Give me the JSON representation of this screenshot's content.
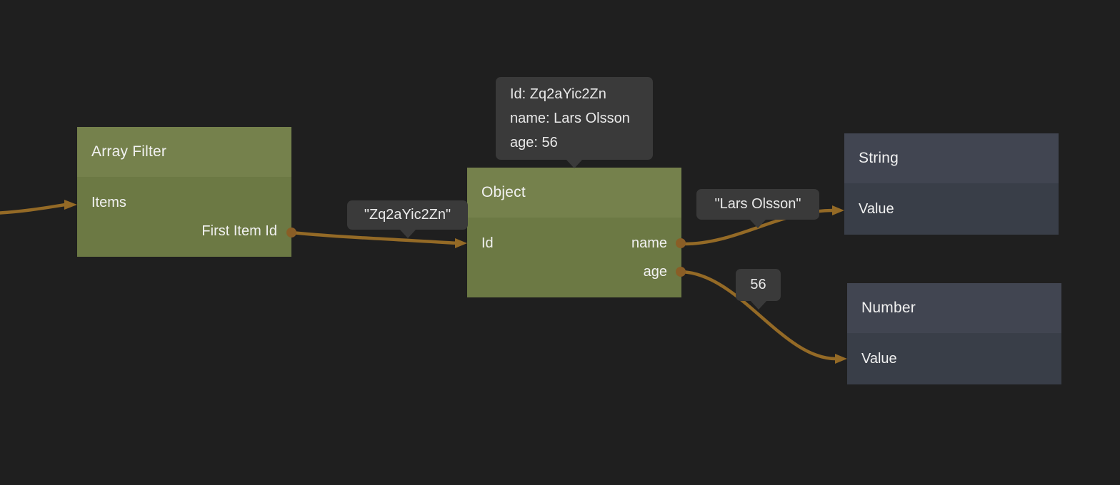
{
  "editor": {
    "background": "#1f1f1f"
  },
  "nodes": {
    "array_filter": {
      "title": "Array Filter",
      "inputs": [
        {
          "label": "Items"
        }
      ],
      "outputs": [
        {
          "label": "First Item Id"
        }
      ]
    },
    "object": {
      "title": "Object",
      "inputs": [
        {
          "label": "Id"
        }
      ],
      "outputs": [
        {
          "label": "name"
        },
        {
          "label": "age"
        }
      ],
      "tooltip": {
        "line1": "Id: Zq2aYic2Zn",
        "line2": "name: Lars Olsson",
        "line3": "age: 56"
      }
    },
    "string": {
      "title": "String",
      "inputs": [
        {
          "label": "Value"
        }
      ]
    },
    "number": {
      "title": "Number",
      "inputs": [
        {
          "label": "Value"
        }
      ]
    }
  },
  "wire_values": {
    "id": "\"Zq2aYic2Zn\"",
    "name": "\"Lars Olsson\"",
    "age": "56"
  },
  "colors": {
    "node_green_header": "#75814c",
    "node_green_body": "#6c7944",
    "node_dark_header": "#414551",
    "node_dark_body": "#393e48",
    "wire": "#946a26",
    "port": "#8a5e26",
    "tooltip_background": "#3a3a3a",
    "text": "#f1f1f1"
  }
}
